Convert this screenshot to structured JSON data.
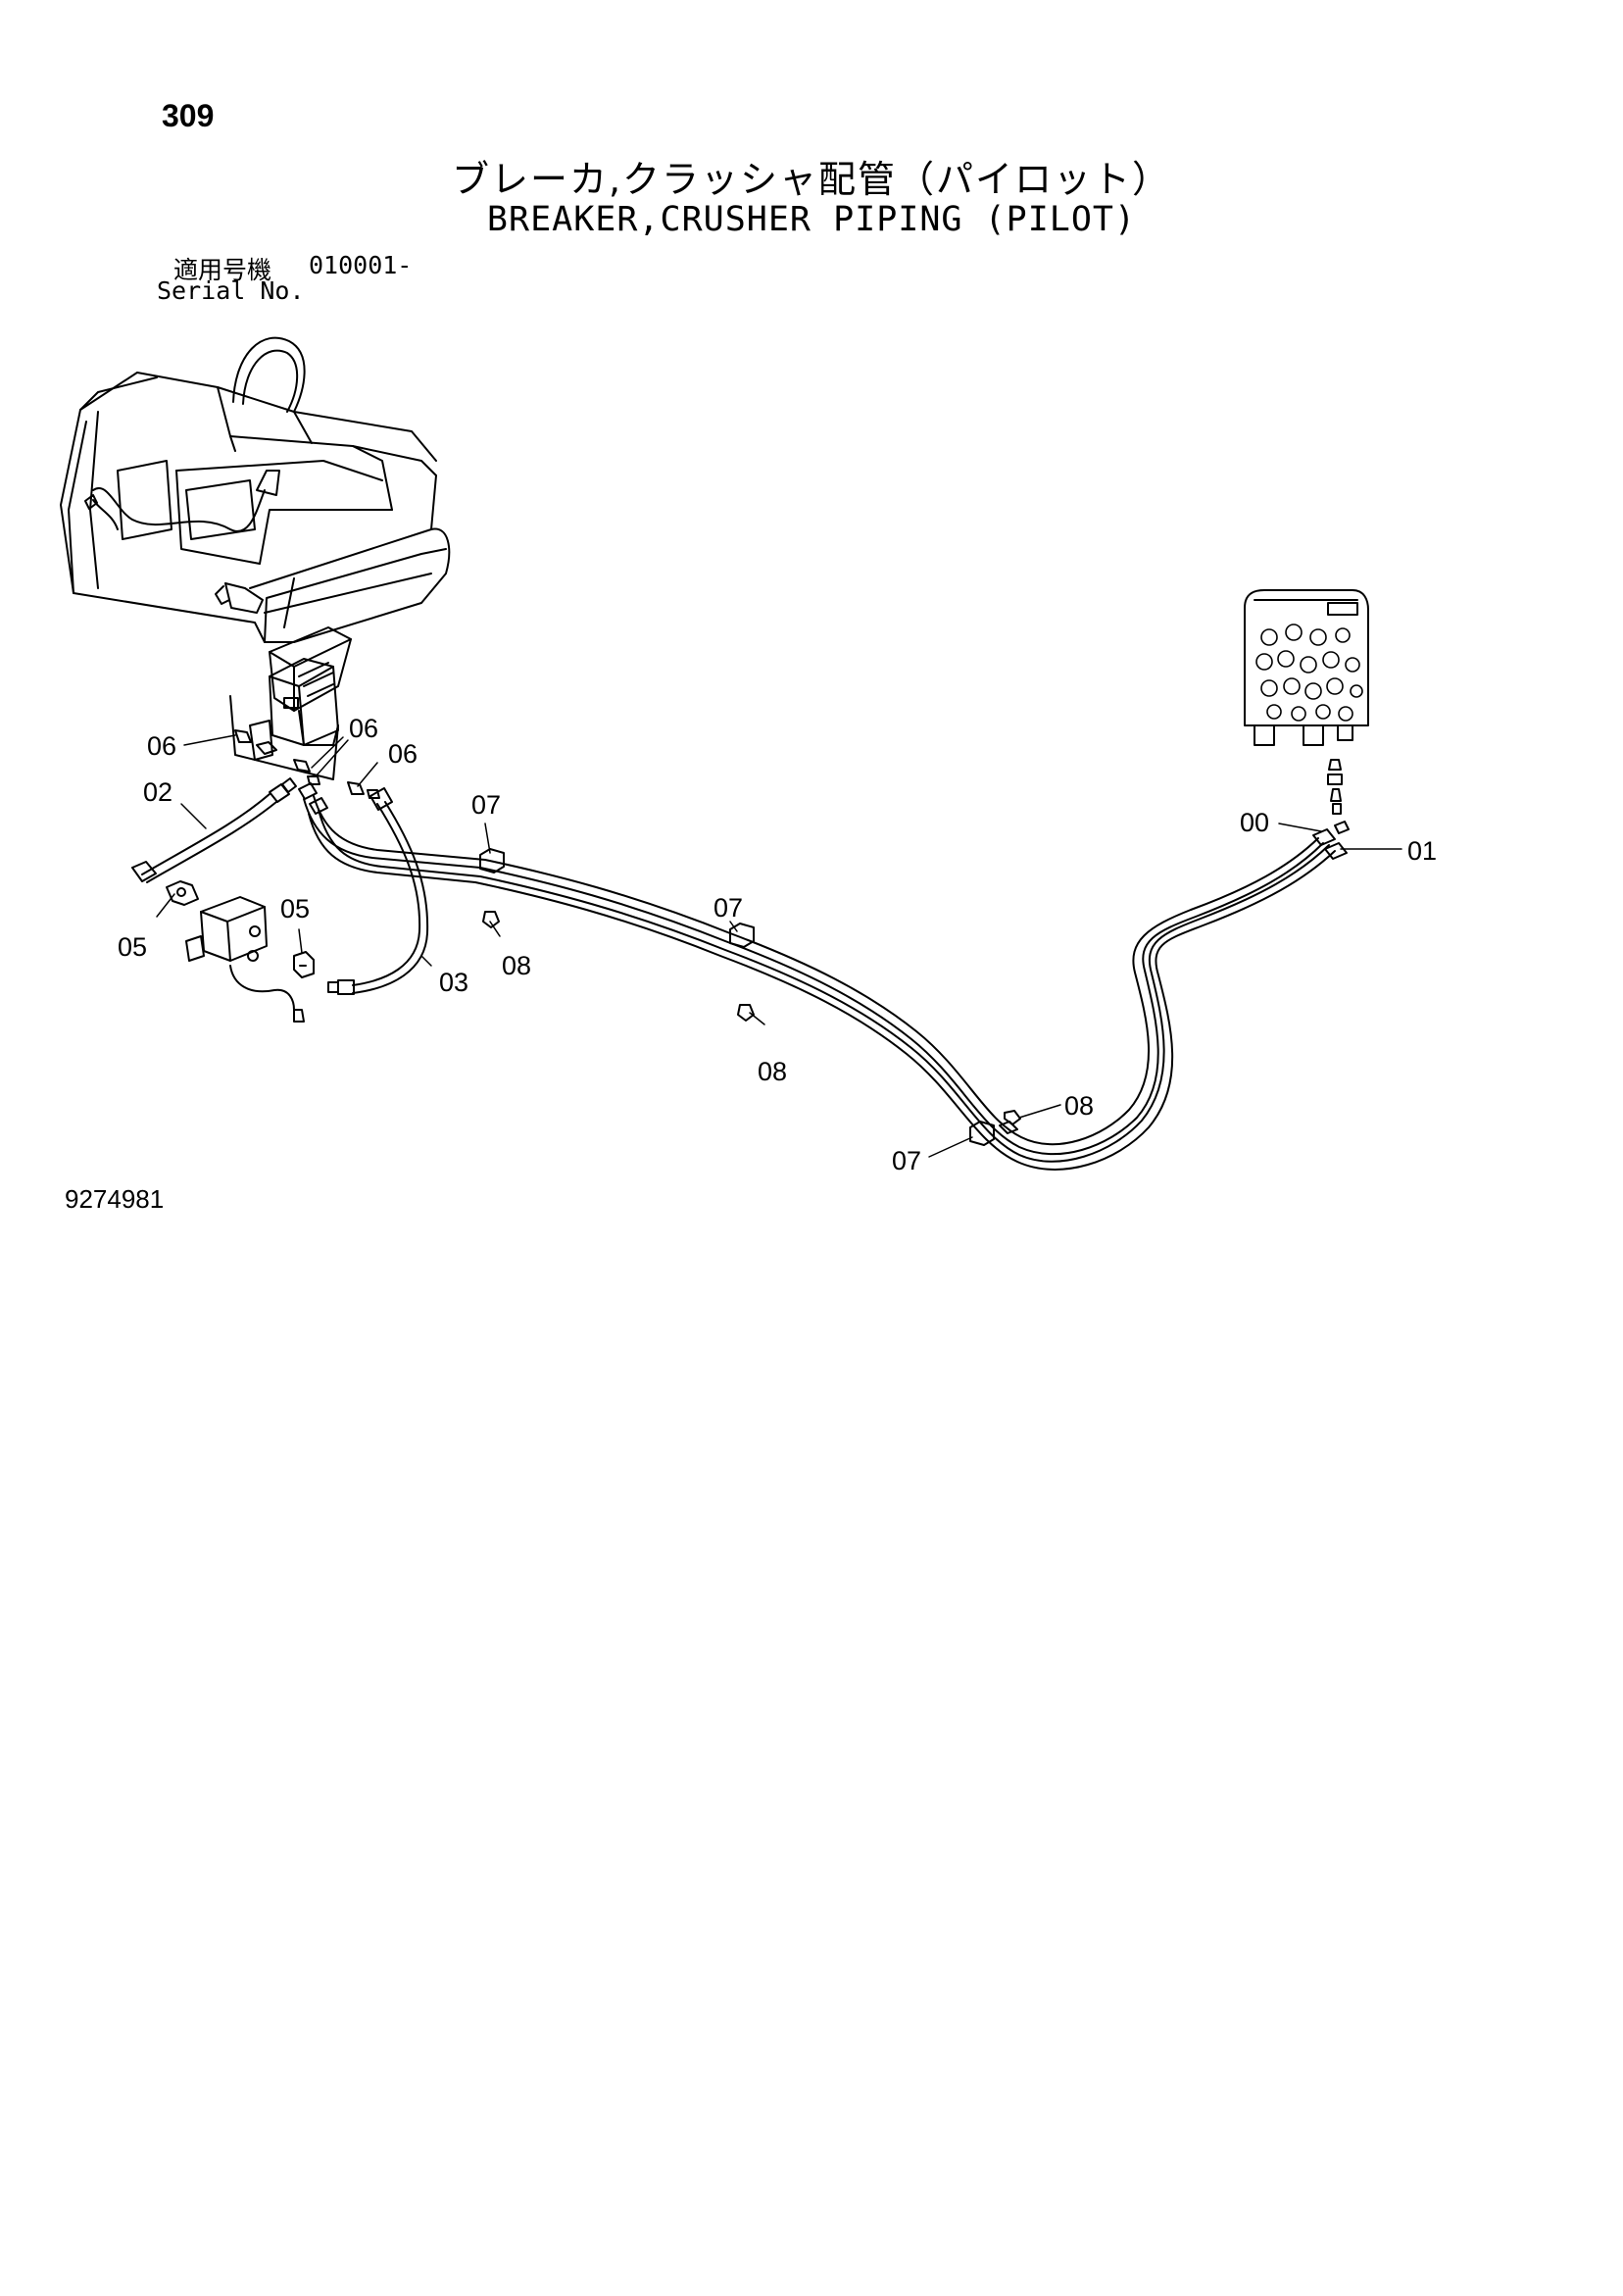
{
  "page_number": "309",
  "title_jp": "ブレーカ,クラッシャ配管（パイロット）",
  "title_en": "BREAKER,CRUSHER PIPING (PILOT)",
  "serial": {
    "label_jp": "適用号機",
    "value": "010001-",
    "label_en": "Serial No."
  },
  "drawing_number": "9274981",
  "callouts": {
    "c06a": "06",
    "c06b": "06",
    "c06c": "06",
    "c02": "02",
    "c05a": "05",
    "c05b": "05",
    "c03": "03",
    "c07a": "07",
    "c07b": "07",
    "c07c": "07",
    "c08a": "08",
    "c08b": "08",
    "c08c": "08",
    "c00": "00",
    "c01": "01"
  }
}
